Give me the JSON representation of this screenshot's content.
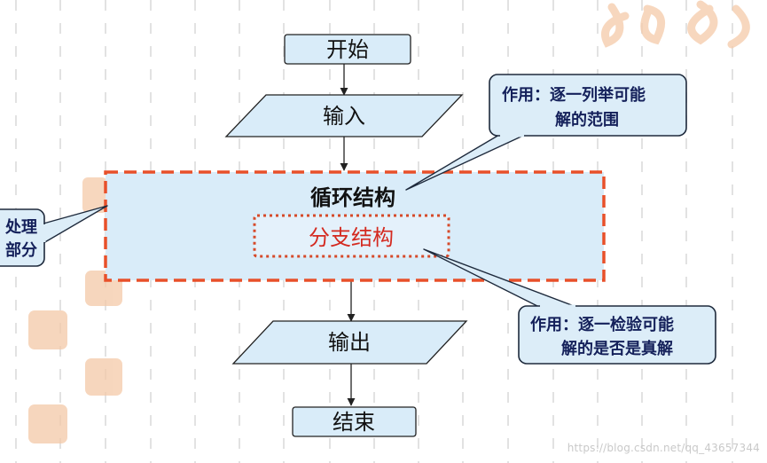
{
  "flowchart": {
    "start": "开始",
    "input": "输入",
    "loop_structure": "循环结构",
    "branch_structure": "分支结构",
    "output": "输出",
    "end": "结束"
  },
  "callouts": {
    "loop_note_line1": "作用：逐一列举可能",
    "loop_note_line2": "解的范围",
    "branch_note_line1": "作用：逐一检验可能",
    "branch_note_line2": "解的是否是真解",
    "processing_line1": "处理",
    "processing_line2": "部分"
  },
  "watermark": "https://blog.csdn.net/qq_43657344",
  "colors": {
    "box_fill": "#d9ecf9",
    "loop_border": "#e8502a",
    "branch_border": "#d64a2a",
    "branch_text": "#d42a20",
    "callout_fill": "#dcedf8",
    "callout_border": "#1e2a3c",
    "callout_text": "#14205a"
  }
}
